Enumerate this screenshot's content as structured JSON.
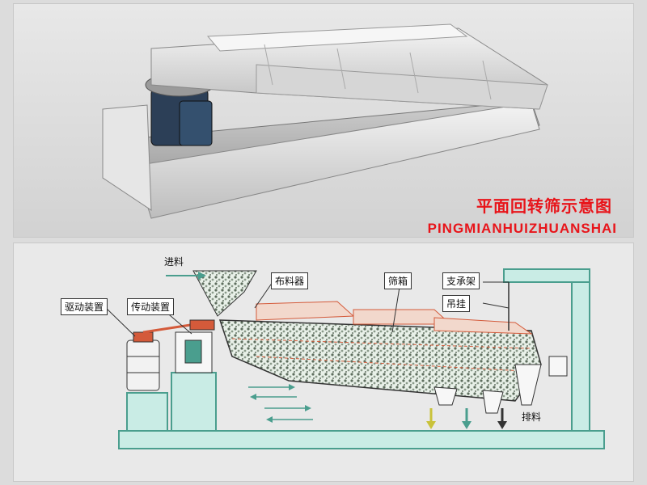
{
  "photo": {
    "title_cn": "平面回转筛示意图",
    "title_en": "PINGMIANHUIZHUANSHAI"
  },
  "diagram": {
    "labels": {
      "feed": "进料",
      "drive": "驱动装置",
      "transmission": "传动装置",
      "distributor": "布料器",
      "screen_box": "筛箱",
      "support": "支承架",
      "hanger": "吊挂",
      "discharge": "排料"
    }
  },
  "colors": {
    "title_red": "#e8141a",
    "frame_green": "#4a9e8e",
    "frame_fill": "#c9ece5",
    "box_red": "#d45a3a"
  }
}
